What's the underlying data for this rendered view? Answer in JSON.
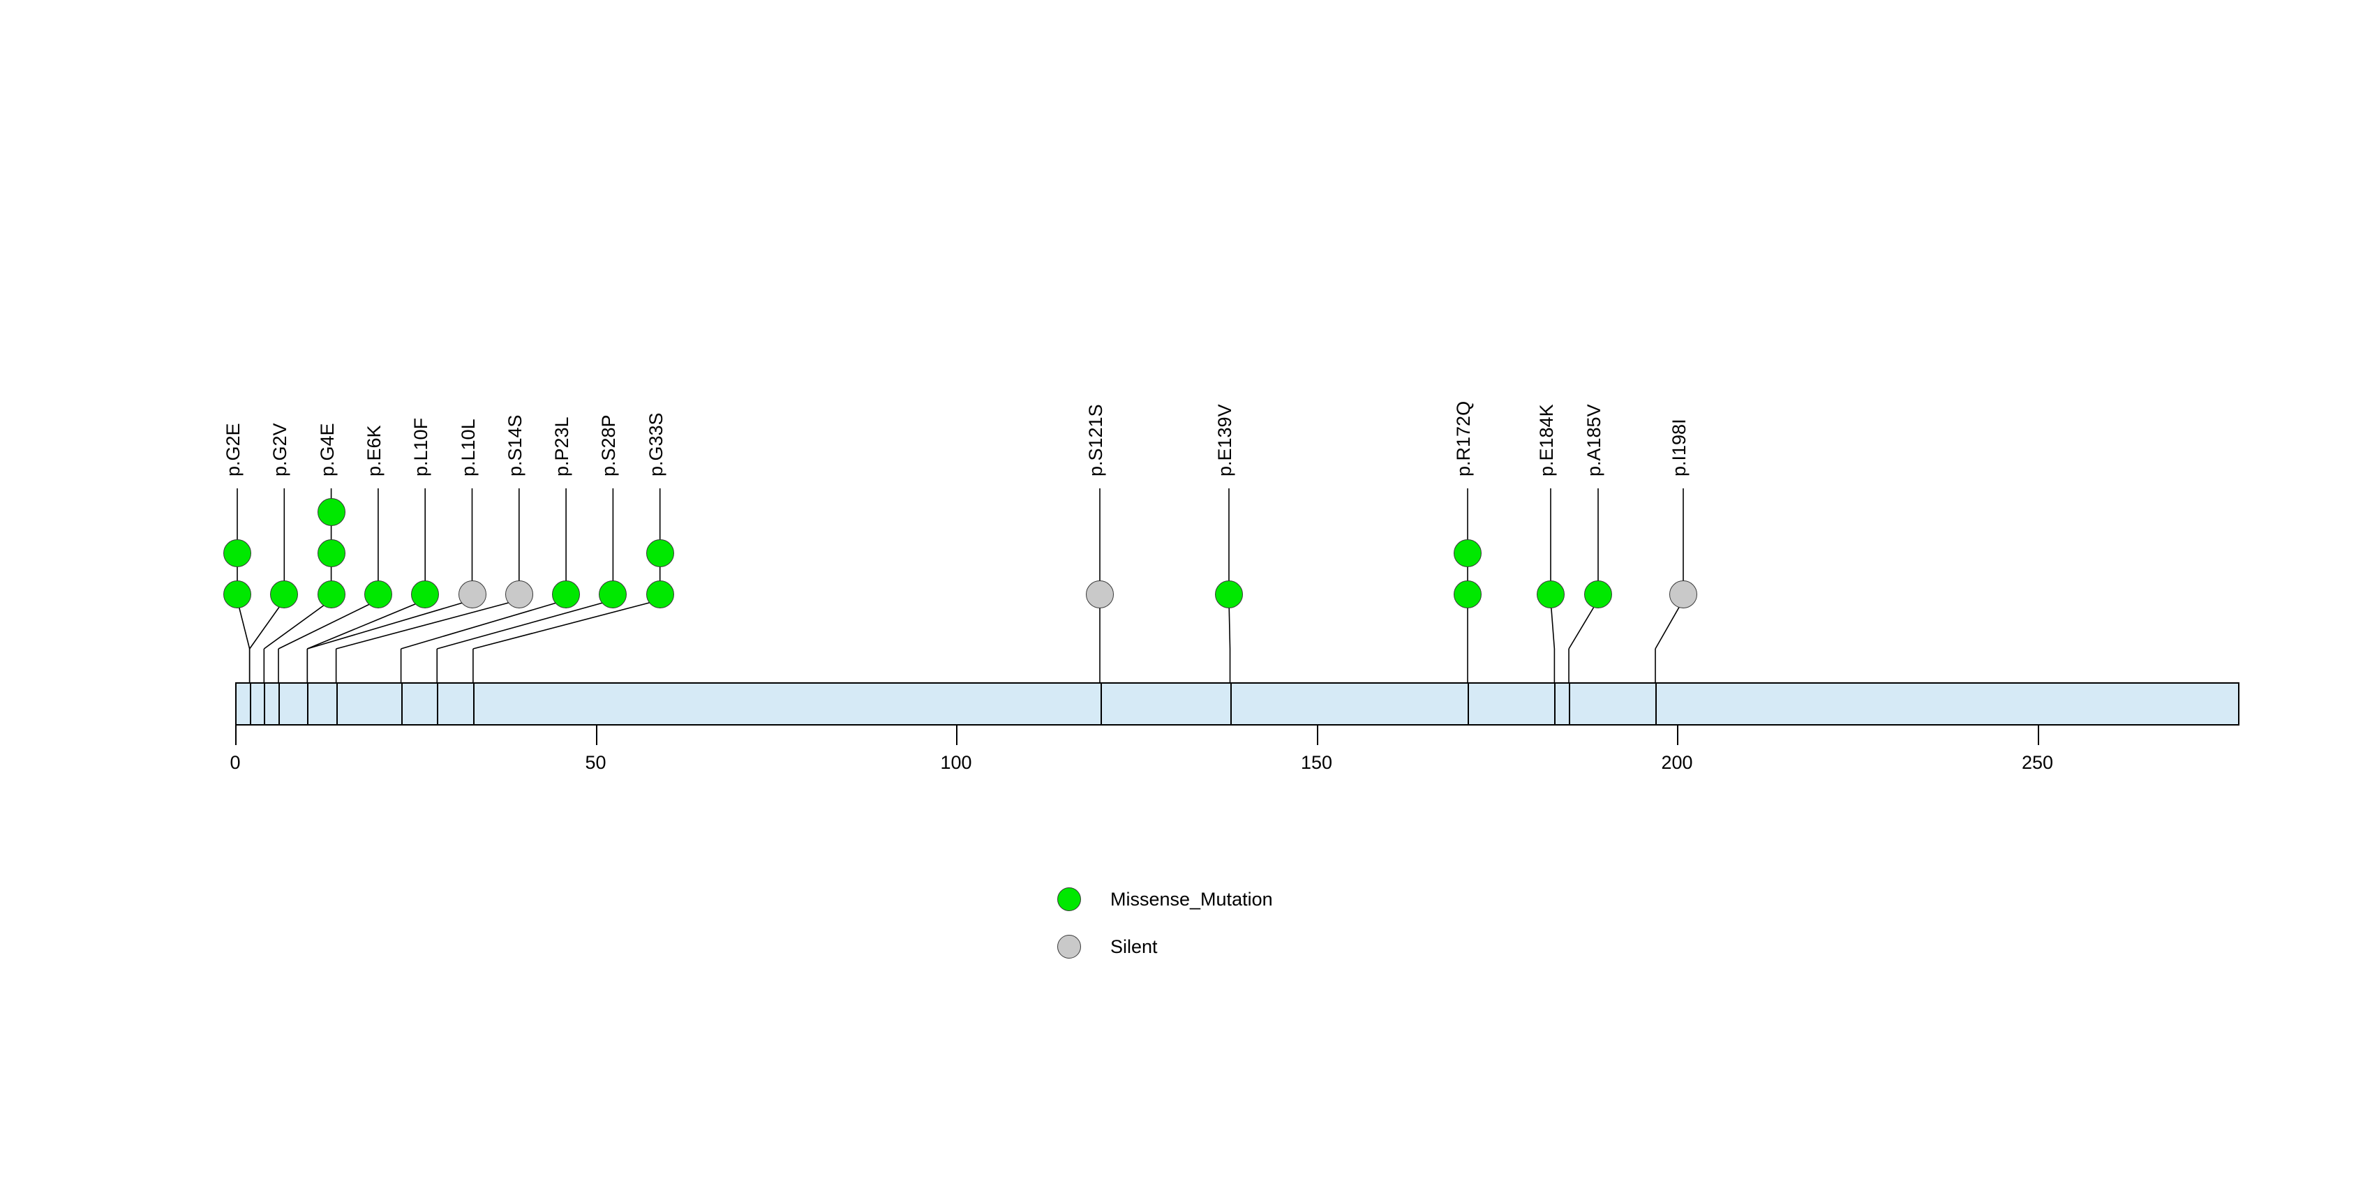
{
  "chart_data": {
    "type": "lollipop",
    "title": "",
    "xlabel": "",
    "ylabel": "",
    "xlim": [
      0,
      278
    ],
    "protein_length": 278,
    "axis_ticks": [
      0,
      50,
      100,
      150,
      200,
      250
    ],
    "axis_tick_labels": [
      "0",
      "50",
      "100",
      "150",
      "200",
      "250"
    ],
    "grid": false,
    "legend_position": "bottom-center",
    "categories": [
      "p.G2E",
      "p.G2V",
      "p.G4E",
      "p.E6K",
      "p.L10F",
      "p.L10L",
      "p.S14S",
      "p.P23L",
      "p.S28P",
      "p.G33S",
      "p.S121S",
      "p.E139V",
      "p.R172Q",
      "p.E184K",
      "p.A185V",
      "p.I198I"
    ],
    "values": [
      2,
      1,
      3,
      1,
      1,
      1,
      1,
      1,
      1,
      2,
      1,
      1,
      2,
      1,
      1,
      1
    ],
    "mutations": [
      {
        "label": "p.G2E",
        "position": 2,
        "count": 2,
        "type": "Missense_Mutation",
        "color": "#00E800"
      },
      {
        "label": "p.G2V",
        "position": 2,
        "count": 1,
        "type": "Missense_Mutation",
        "color": "#00E800"
      },
      {
        "label": "p.G4E",
        "position": 4,
        "count": 3,
        "type": "Missense_Mutation",
        "color": "#00E800"
      },
      {
        "label": "p.E6K",
        "position": 6,
        "count": 1,
        "type": "Missense_Mutation",
        "color": "#00E800"
      },
      {
        "label": "p.L10F",
        "position": 10,
        "count": 1,
        "type": "Missense_Mutation",
        "color": "#00E800"
      },
      {
        "label": "p.L10L",
        "position": 10,
        "count": 1,
        "type": "Silent",
        "color": "#C9C9C9"
      },
      {
        "label": "p.S14S",
        "position": 14,
        "count": 1,
        "type": "Silent",
        "color": "#C9C9C9"
      },
      {
        "label": "p.P23L",
        "position": 23,
        "count": 1,
        "type": "Missense_Mutation",
        "color": "#00E800"
      },
      {
        "label": "p.S28P",
        "position": 28,
        "count": 1,
        "type": "Missense_Mutation",
        "color": "#00E800"
      },
      {
        "label": "p.G33S",
        "position": 33,
        "count": 2,
        "type": "Missense_Mutation",
        "color": "#00E800"
      },
      {
        "label": "p.S121S",
        "position": 120,
        "count": 1,
        "type": "Silent",
        "color": "#C9C9C9"
      },
      {
        "label": "p.E139V",
        "position": 138,
        "count": 1,
        "type": "Missense_Mutation",
        "color": "#00E800"
      },
      {
        "label": "p.R172Q",
        "position": 171,
        "count": 2,
        "type": "Missense_Mutation",
        "color": "#00E800"
      },
      {
        "label": "p.E184K",
        "position": 183,
        "count": 1,
        "type": "Missense_Mutation",
        "color": "#00E800"
      },
      {
        "label": "p.A185V",
        "position": 185,
        "count": 1,
        "type": "Missense_Mutation",
        "color": "#00E800"
      },
      {
        "label": "p.I198I",
        "position": 197,
        "count": 1,
        "type": "Silent",
        "color": "#C9C9C9"
      }
    ],
    "legend": [
      {
        "label": "Missense_Mutation",
        "color": "#00E800"
      },
      {
        "label": "Silent",
        "color": "#C9C9C9"
      }
    ],
    "protein_bar": {
      "fill": "#d6eaf6",
      "stroke": "#000000"
    }
  }
}
